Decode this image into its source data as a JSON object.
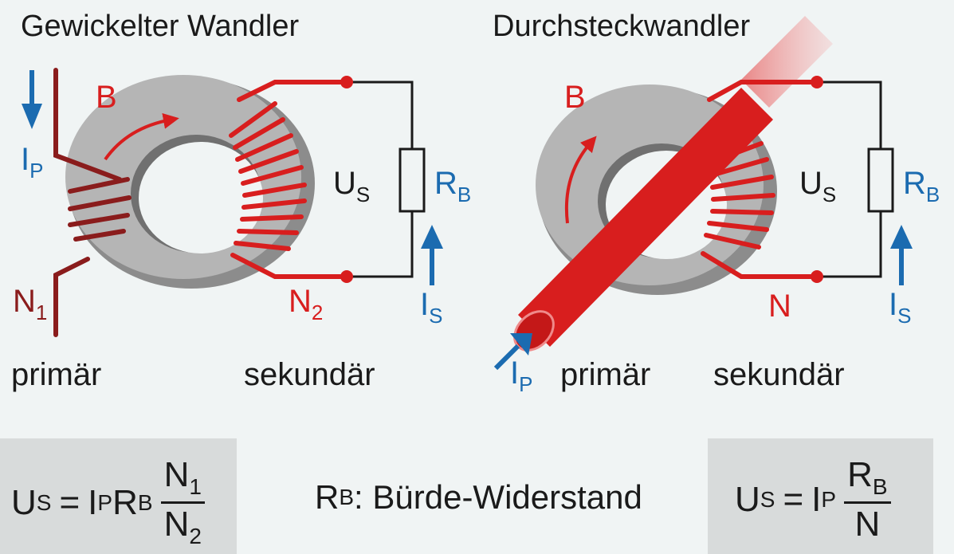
{
  "left": {
    "title": "Gewickelter Wandler",
    "flux": "B",
    "current_primary": {
      "main": "I",
      "sub": "P"
    },
    "turns_primary": {
      "main": "N",
      "sub": "1"
    },
    "turns_secondary": {
      "main": "N",
      "sub": "2"
    },
    "voltage": {
      "main": "U",
      "sub": "S"
    },
    "burden": {
      "main": "R",
      "sub": "B"
    },
    "current_secondary": {
      "main": "I",
      "sub": "S"
    },
    "primary_label": "primär",
    "secondary_label": "sekundär"
  },
  "right": {
    "title": "Durchsteckwandler",
    "flux": "B",
    "current_primary": {
      "main": "I",
      "sub": "P"
    },
    "turns_secondary": "N",
    "voltage": {
      "main": "U",
      "sub": "S"
    },
    "burden": {
      "main": "R",
      "sub": "B"
    },
    "current_secondary": {
      "main": "I",
      "sub": "S"
    },
    "primary_label": "primär",
    "secondary_label": "sekundär"
  },
  "formulas": {
    "left": {
      "lhs_main": "U",
      "lhs_sub": "S",
      "eq": "=",
      "i_main": "I",
      "i_sub": "P",
      "r_main": "R",
      "r_sub": "B",
      "num_main": "N",
      "num_sub": "1",
      "den_main": "N",
      "den_sub": "2"
    },
    "middle": {
      "main": "R",
      "sub": "B",
      "text": ": Bürde-Widerstand"
    },
    "right": {
      "lhs_main": "U",
      "lhs_sub": "S",
      "eq": "=",
      "i_main": "I",
      "i_sub": "P",
      "num_main": "R",
      "num_sub": "B",
      "den": "N"
    }
  },
  "colors": {
    "red": "#d81e1e",
    "dark_red": "#8a1c1c",
    "blue": "#1b6bb0",
    "core": "#9a9a9a",
    "background": "#f0f4f4"
  }
}
